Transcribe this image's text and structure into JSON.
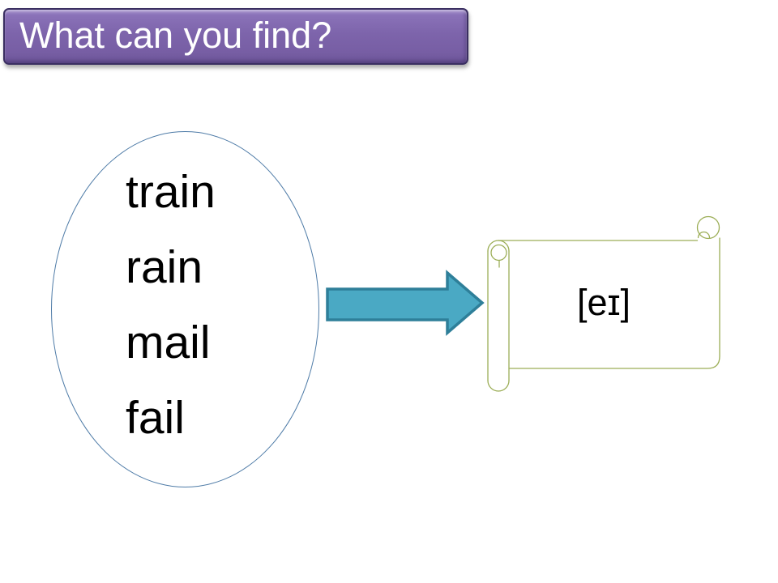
{
  "title": {
    "text": "What can you find?"
  },
  "word_group": {
    "words": [
      "train",
      "rain",
      "mail",
      "fail"
    ]
  },
  "phonetic_card": {
    "label": "[eɪ]"
  },
  "colors": {
    "banner_fill": "#7d64ab",
    "banner_fill_top": "#ab99d0",
    "banner_border": "#3a2e61",
    "title_text": "#ffffff",
    "oval_outline": "#4e7ba7",
    "word_text": "#000000",
    "arrow_fill": "#4aa9c4",
    "arrow_outline": "#2e7f99",
    "scroll_outline": "#9cae57",
    "phonetic_text": "#000000"
  }
}
